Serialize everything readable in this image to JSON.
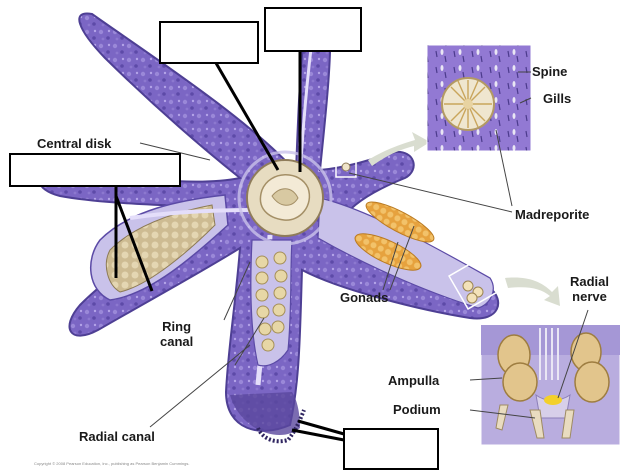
{
  "labels": {
    "spine": "Spine",
    "gills": "Gills",
    "central_disk": "Central disk",
    "madreporite": "Madreporite",
    "radial_nerve": "Radial\nnerve",
    "ring_canal": "Ring\ncanal",
    "gonads": "Gonads",
    "ampulla": "Ampulla",
    "podium": "Podium",
    "radial_canal": "Radial canal"
  },
  "copyright": "Copyright © 2008 Pearson Education, Inc., publishing as Pearson Benjamin Cummings.",
  "blank_boxes": [
    "",
    "",
    "",
    ""
  ],
  "colors": {
    "body": "#7b66c4",
    "body_dark": "#4e3f94",
    "body_light": "#b6a6e6",
    "canal": "#d9d2f0",
    "digestive": "#cbb98f",
    "gonad": "#e8a642",
    "disk_center": "#efe6cf",
    "gill_panel": "#9279d3",
    "ampulla": "#e2c58c",
    "lines": "#000000",
    "callout_arrow": "#d9ddd0"
  }
}
